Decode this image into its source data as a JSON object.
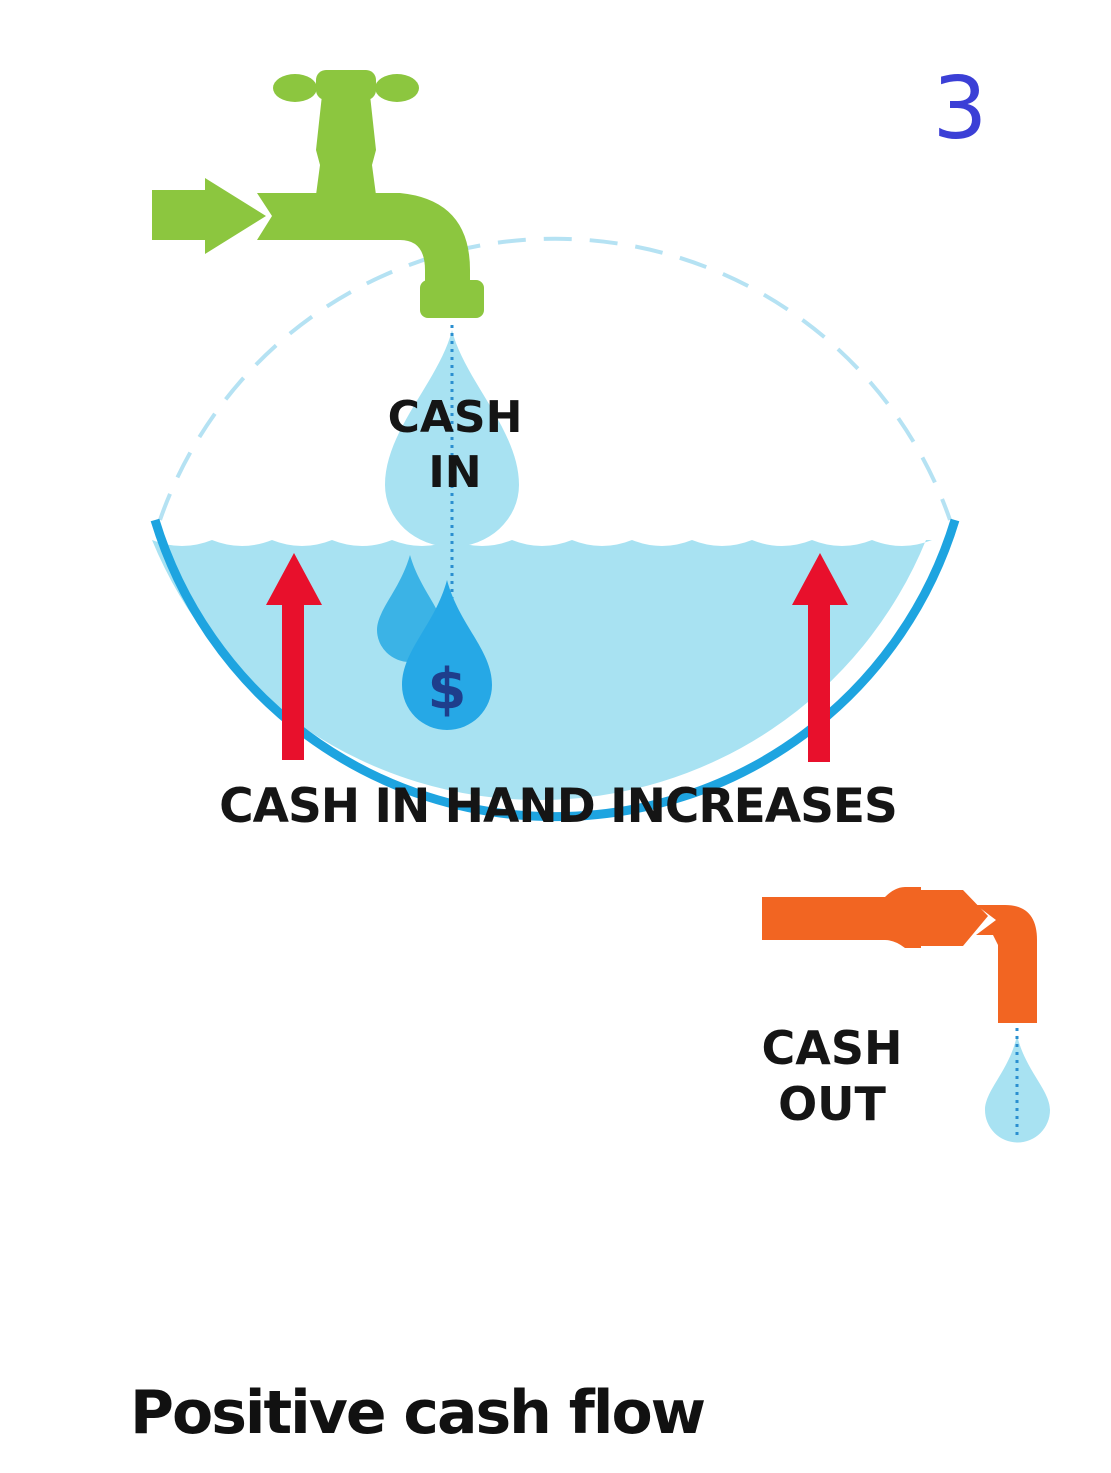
{
  "page_number": "3",
  "labels": {
    "cash_in_line1": "CASH",
    "cash_in_line2": "IN",
    "dollar_sign": "$",
    "cash_in_hand": "CASH IN HAND INCREASES",
    "cash_out_line1": "CASH",
    "cash_out_line2": "OUT"
  },
  "title": "Positive cash flow",
  "colors": {
    "inflow_tap": "#8cc63f",
    "outflow_pipe": "#f26522",
    "water": "#a8e2f2",
    "tank_outline": "#1ea4e0",
    "increase_arrows": "#e8102c",
    "page_number": "#3b3fd6"
  },
  "icons": [
    "faucet-icon",
    "inflow-arrow-icon",
    "water-drop-icon",
    "dollar-drop-icon",
    "up-arrow-icon",
    "outflow-pipe-icon"
  ]
}
